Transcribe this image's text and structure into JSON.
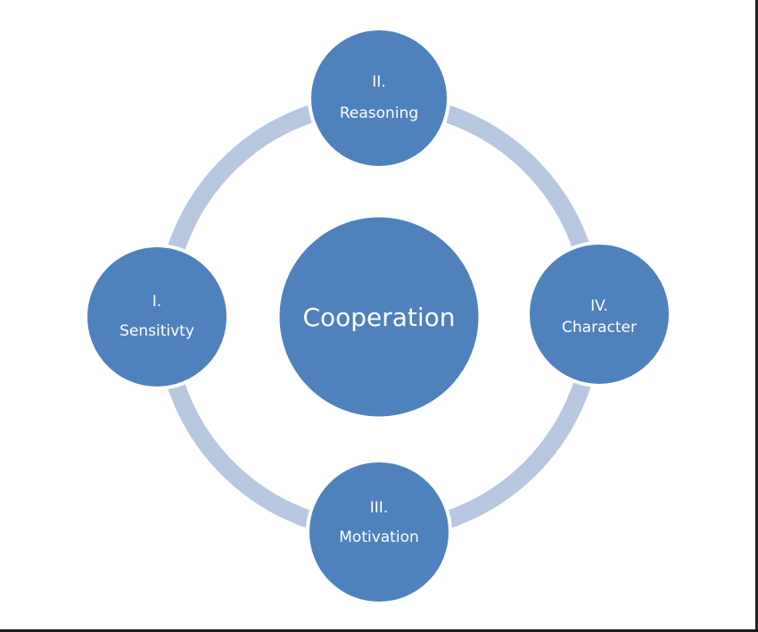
{
  "diagram": {
    "colors": {
      "ring": "#b8c7e0",
      "node_fill": "#4f81bd",
      "node_stroke": "#ffffff",
      "text": "#ffffff"
    },
    "center": {
      "label": "Cooperation"
    },
    "nodes": {
      "top": {
        "number": "II.",
        "label": "Reasoning"
      },
      "right": {
        "number": "IV.",
        "label": "Character"
      },
      "bottom": {
        "number": "III.",
        "label": "Motivation"
      },
      "left": {
        "number": "I.",
        "label": "Sensitivty"
      }
    }
  }
}
